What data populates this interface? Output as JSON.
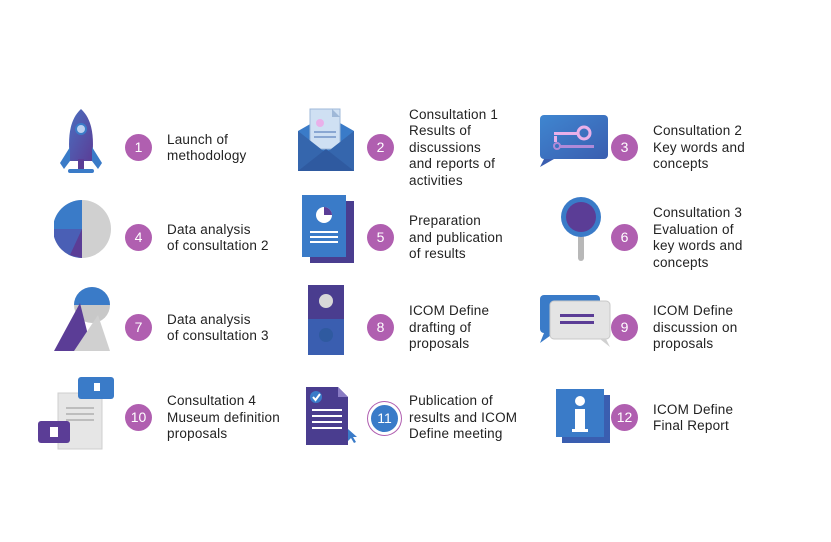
{
  "steps": [
    {
      "number": "1",
      "label": "Launch of\nmethodology",
      "icon": "rocket-icon"
    },
    {
      "number": "2",
      "label": "Consultation 1\nResults of\ndiscussions\nand reports of\nactivities",
      "icon": "envelope-document-icon"
    },
    {
      "number": "3",
      "label": "Consultation 2\nKey words and\nconcepts",
      "icon": "key-speech-bubble-icon"
    },
    {
      "number": "4",
      "label": "Data analysis\nof consultation 2",
      "icon": "pie-chart-icon"
    },
    {
      "number": "5",
      "label": "Preparation\nand publication\nof results",
      "icon": "report-pages-icon"
    },
    {
      "number": "6",
      "label": "Consultation 3\nEvaluation of\nkey words and\nconcepts",
      "icon": "magnifier-icon"
    },
    {
      "number": "7",
      "label": "Data analysis\nof consultation 3",
      "icon": "shapes-icon"
    },
    {
      "number": "8",
      "label": "ICOM Define\ndrafting of\nproposals",
      "icon": "dots-panel-icon"
    },
    {
      "number": "9",
      "label": "ICOM Define\ndiscussion on\nproposals",
      "icon": "chat-bubbles-icon"
    },
    {
      "number": "10",
      "label": "Consultation 4\nMuseum definition\nproposals",
      "icon": "thumbs-feedback-icon"
    },
    {
      "number": "11",
      "label": "Publication of\nresults and ICOM\nDefine meeting",
      "icon": "checked-document-icon"
    },
    {
      "number": "12",
      "label": "ICOM Define\nFinal Report",
      "icon": "info-icon"
    }
  ],
  "colors": {
    "badge": "#b05fb0",
    "badge_alt": "#3a7bc8",
    "purple": "#5b3d96",
    "blue": "#3a7bc8",
    "grey": "#c8c8c8"
  }
}
